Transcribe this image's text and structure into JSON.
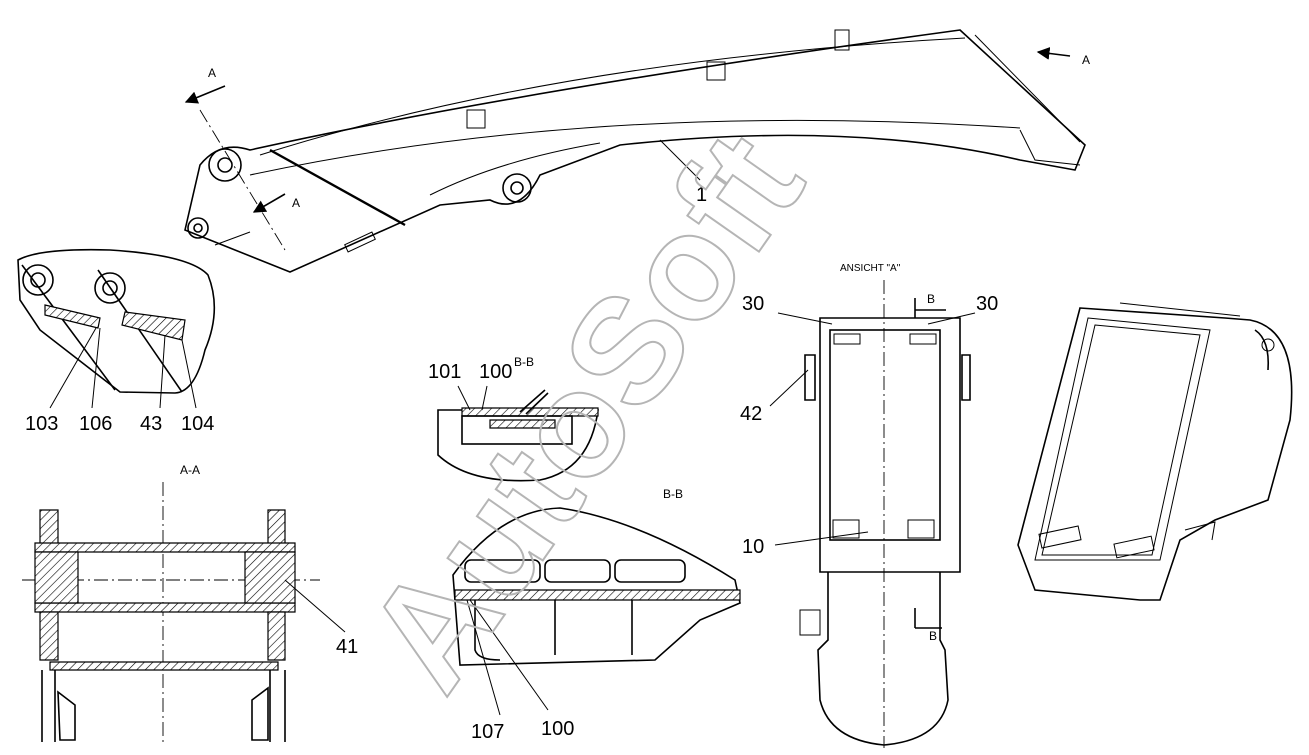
{
  "drawing": {
    "watermark": "AutoSoft",
    "section_labels": {
      "a_a": "A-A",
      "b_b_upper": "B-B",
      "b_b_lower": "B-B",
      "view_a": "ANSICHT \"A\""
    },
    "arrow_letters": {
      "a_top_left": "A",
      "a_mid_left": "A",
      "a_right": "A",
      "b_top": "B",
      "b_bottom": "B"
    },
    "part_numbers": {
      "p1": "1",
      "p103": "103",
      "p106": "106",
      "p43": "43",
      "p104": "104",
      "p101": "101",
      "p100_upper": "100",
      "p41": "41",
      "p107": "107",
      "p100_lower": "100",
      "p30_left": "30",
      "p30_right": "30",
      "p42": "42",
      "p10": "10"
    }
  }
}
